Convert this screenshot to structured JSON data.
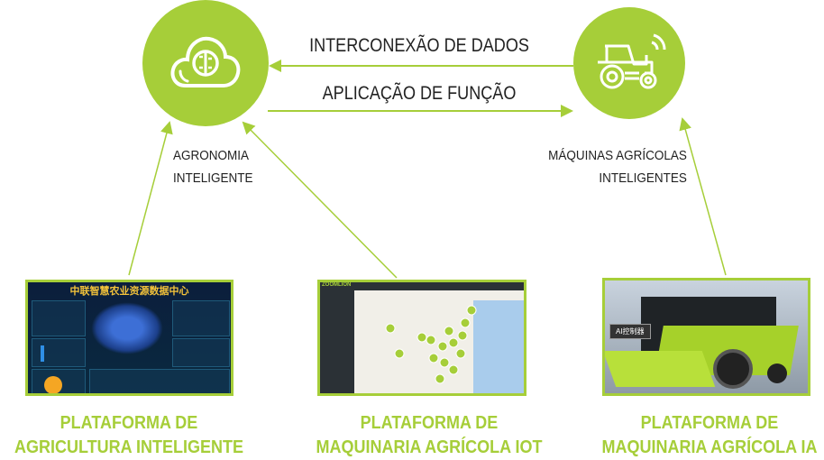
{
  "nodes": {
    "agronomy": {
      "icon": "cloud-brain-icon",
      "label_line1": "AGRONOMIA",
      "label_line2": "INTELIGENTE"
    },
    "machines": {
      "icon": "smart-tractor-icon",
      "label_line1": "MÁQUINAS AGRÍCOLAS",
      "label_line2": "INTELIGENTES"
    }
  },
  "flows": {
    "top": "INTERCONEXÃO DE DADOS",
    "bottom": "APLICAÇÃO DE FUNÇÃO"
  },
  "platforms": [
    {
      "title_line1": "PLATAFORMA DE",
      "title_line2": "AGRICULTURA INTELIGENTE",
      "screen_heading": "中联智慧农业资源数据中心"
    },
    {
      "title_line1": "PLATAFORMA DE",
      "title_line2": "MAQUINARIA AGRÍCOLA IOT",
      "screen_brand": "ZOOMLION"
    },
    {
      "title_line1": "PLATAFORMA DE",
      "title_line2": "MAQUINARIA AGRÍCOLA IA",
      "screen_label": "AI控制器"
    }
  ],
  "colors": {
    "accent": "#a6ce39",
    "text": "#222222"
  }
}
